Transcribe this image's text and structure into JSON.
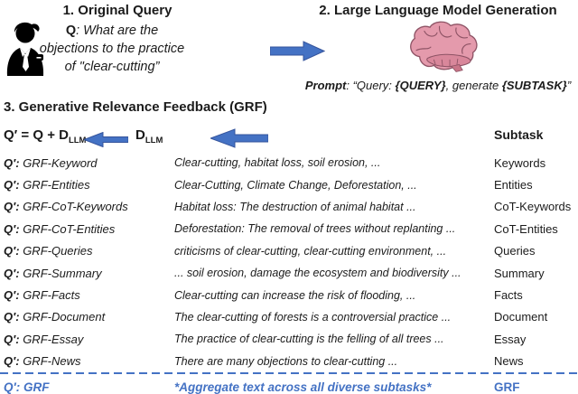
{
  "colors": {
    "accent_blue": "#4472C4",
    "arrow_border": "#35549C",
    "brain_pink": "#E49AAC",
    "brain_outline": "#8E5365",
    "text": "#1b1b1b"
  },
  "icons": {
    "user": "business-person-icon",
    "llm": "brain-icon",
    "flow_right": "arrow-right-icon",
    "flow_left": "arrow-left-icon"
  },
  "section1": {
    "title": "1. Original Query",
    "q_label": "Q",
    "line1_rest": ": What are the",
    "line2": "objections to the practice",
    "line3": "of \"clear-cutting”"
  },
  "section2": {
    "title": "2. Large Language Model Generation",
    "prompt_label": "Prompt",
    "prompt_p1": ": “Query: ",
    "prompt_p2": "{QUERY}",
    "prompt_p3": ", generate ",
    "prompt_p4": "{SUBTASK}",
    "prompt_p5": "”"
  },
  "section3": {
    "title": "3. Generative Relevance Feedback (GRF)",
    "equation_main": "Q′ = Q + D",
    "equation_sub": "LLM",
    "dllm_main": "D",
    "dllm_sub": "LLM",
    "subtask_header": "Subtask"
  },
  "table": {
    "rows": [
      {
        "q": "Q′:",
        "name": "GRF-Keyword",
        "text": "Clear-cutting, habitat loss, soil erosion, ...",
        "subtask": "Keywords"
      },
      {
        "q": "Q′:",
        "name": "GRF-Entities",
        "text": "Clear-Cutting, Climate Change, Deforestation, ...",
        "subtask": "Entities"
      },
      {
        "q": "Q′:",
        "name": "GRF-CoT-Keywords",
        "text": "Habitat loss: The destruction of animal habitat ...",
        "subtask": "CoT-Keywords"
      },
      {
        "q": "Q′:",
        "name": "GRF-CoT-Entities",
        "text": "Deforestation: The removal of trees without replanting ...",
        "subtask": "CoT-Entities"
      },
      {
        "q": "Q′:",
        "name": "GRF-Queries",
        "text": "criticisms of clear-cutting, clear-cutting environment, ...",
        "subtask": "Queries"
      },
      {
        "q": "Q′:",
        "name": "GRF-Summary",
        "text": "... soil erosion, damage the ecosystem and biodiversity ...",
        "subtask": "Summary"
      },
      {
        "q": "Q′:",
        "name": "GRF-Facts",
        "text": "Clear-cutting can increase the risk of flooding, ...",
        "subtask": "Facts"
      },
      {
        "q": "Q′:",
        "name": "GRF-Document",
        "text": "The clear-cutting of forests is a controversial practice ...",
        "subtask": "Document"
      },
      {
        "q": "Q′:",
        "name": "GRF-Essay",
        "text": "The practice of clear-cutting is the felling of all trees ...",
        "subtask": "Essay"
      },
      {
        "q": "Q′:",
        "name": "GRF-News",
        "text": "There are many objections to clear-cutting ...",
        "subtask": "News"
      }
    ],
    "footer": {
      "q": "Q′:",
      "name": "GRF",
      "text": "*Aggregate text across all diverse subtasks*",
      "subtask": "GRF"
    }
  }
}
